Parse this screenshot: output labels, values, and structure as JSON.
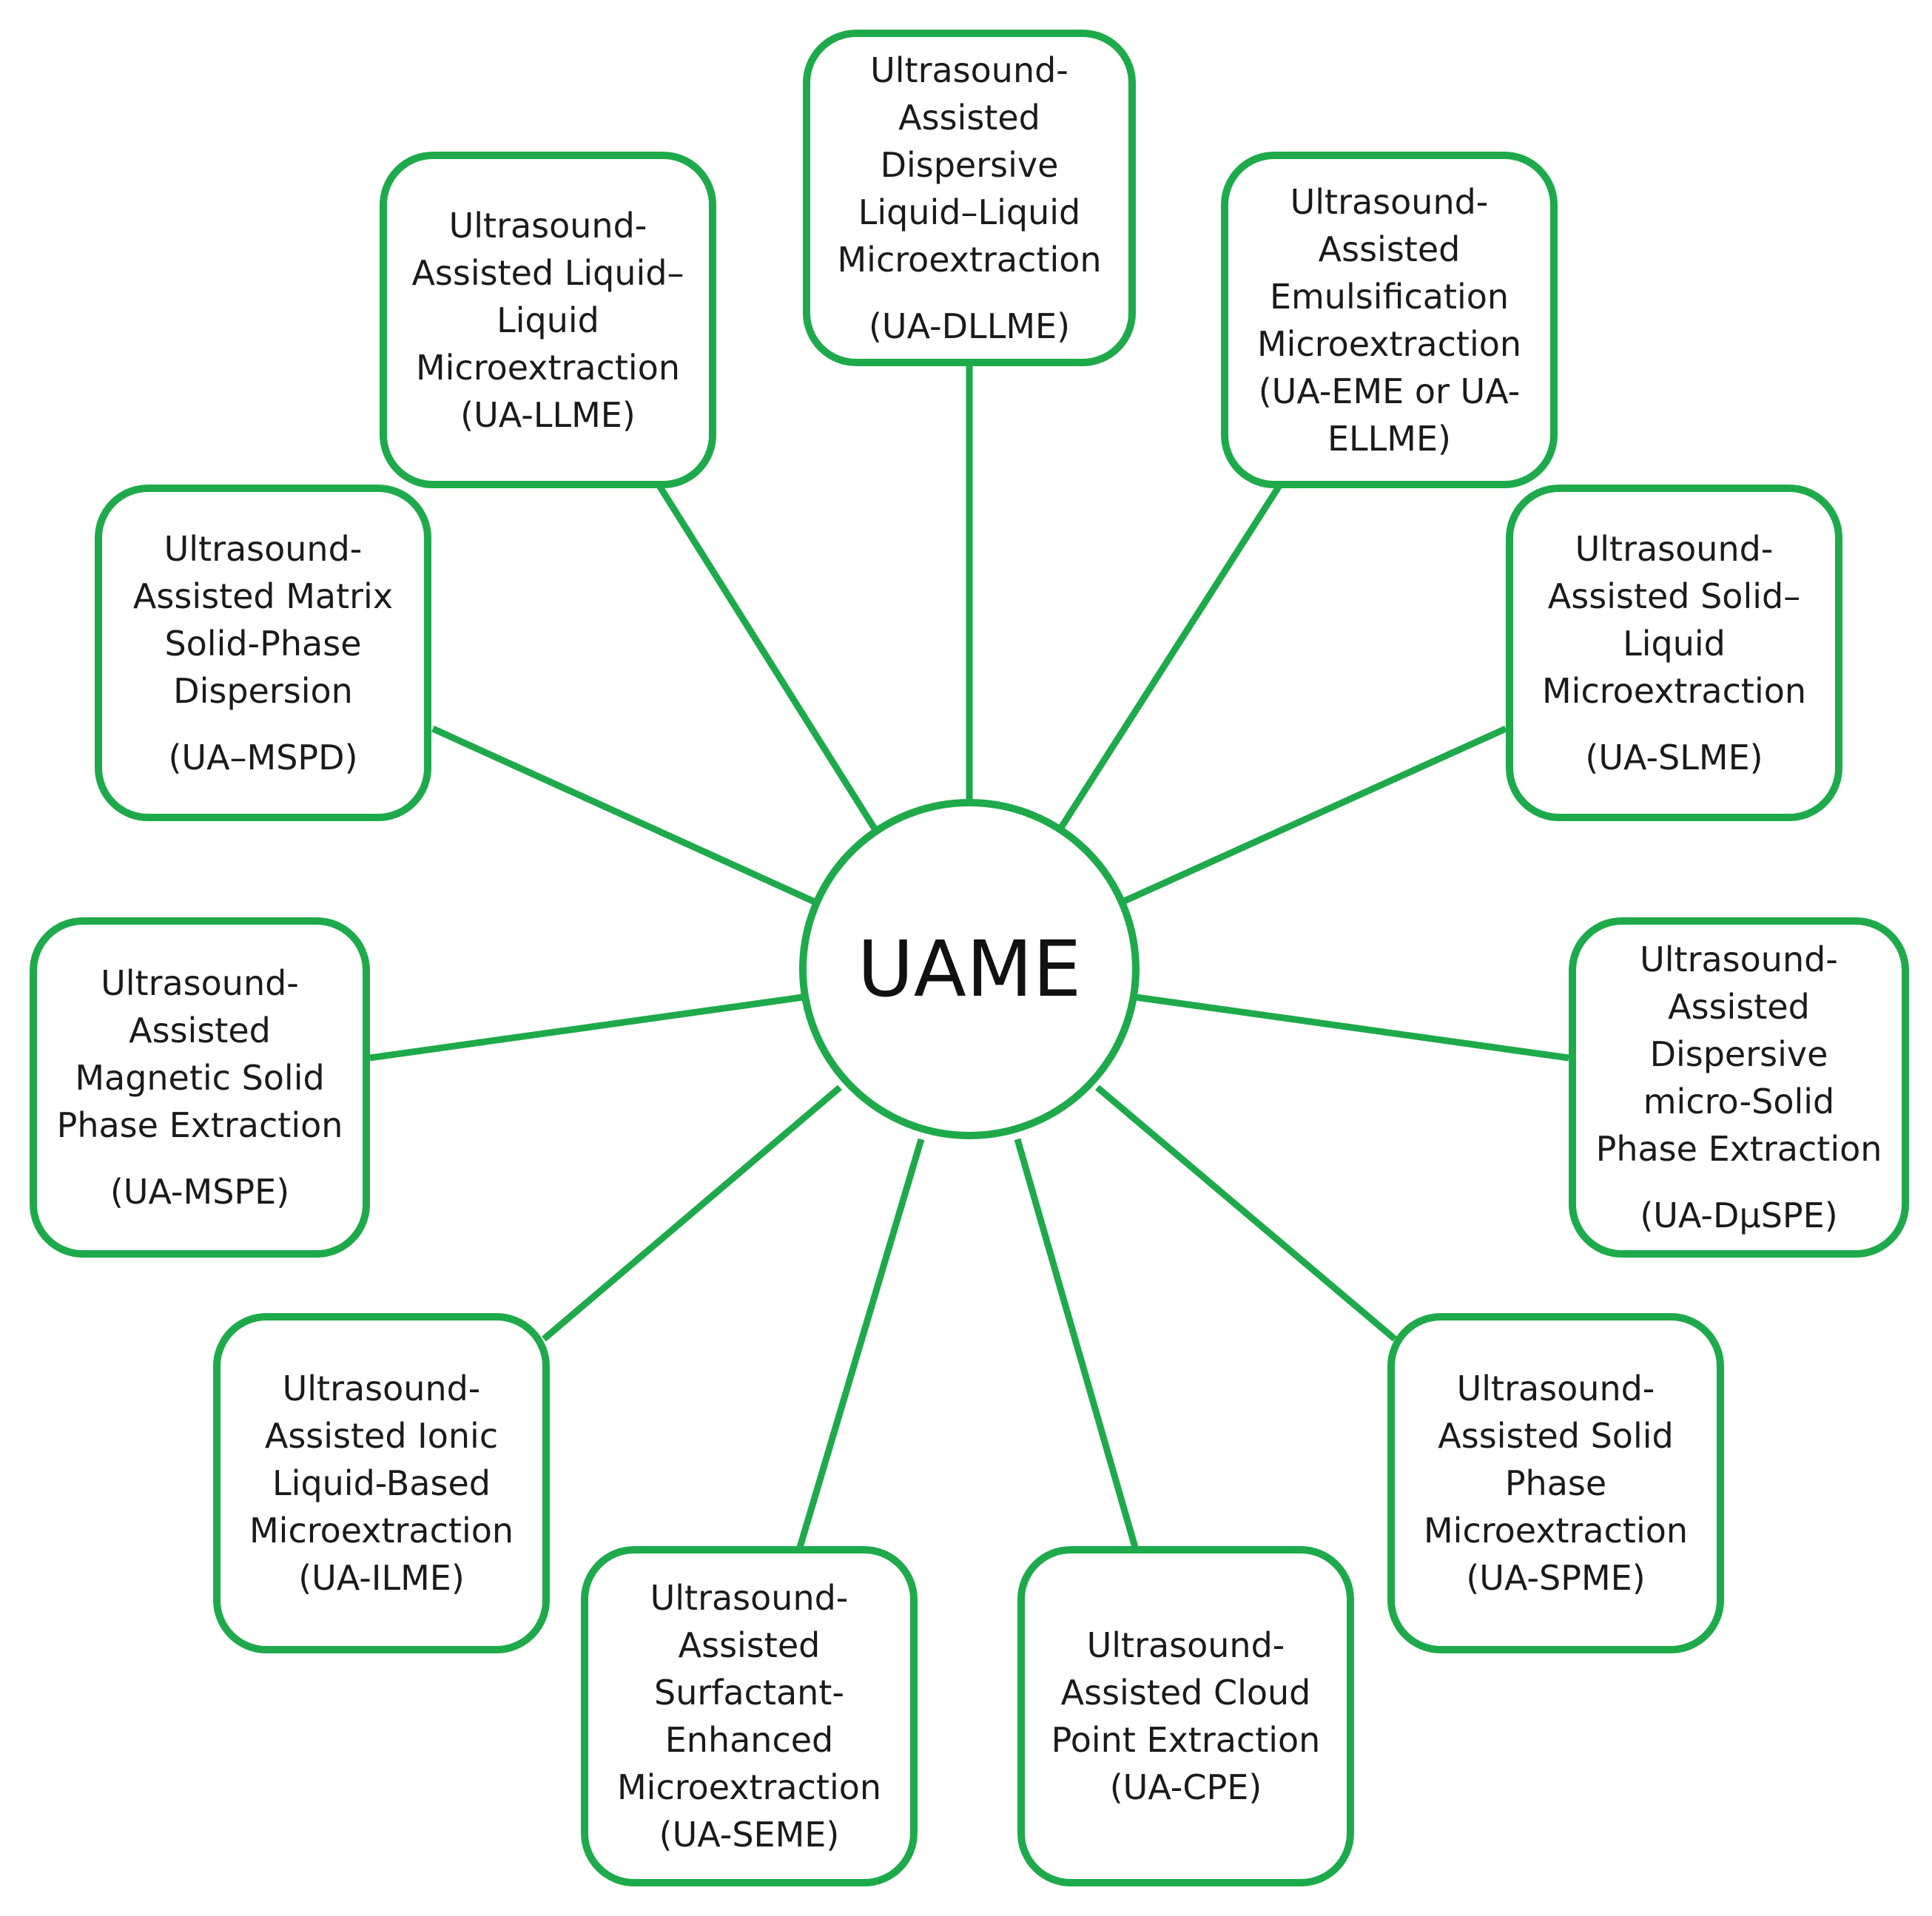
{
  "hub": {
    "label": "UAME"
  },
  "nodes": {
    "dllme": {
      "name": "Ultrasound-\nAssisted\nDispersive\nLiquid–Liquid\nMicroextraction",
      "abbr": "(UA-DLLME)"
    },
    "llme": {
      "name": "Ultrasound-\nAssisted Liquid–\nLiquid\nMicroextraction",
      "abbr": "(UA-LLME)"
    },
    "eme": {
      "name": "Ultrasound-\nAssisted\nEmulsification\nMicroextraction",
      "abbr": "(UA-EME or UA-\nELLME)"
    },
    "mspd": {
      "name": "Ultrasound-\nAssisted Matrix\nSolid-Phase\nDispersion",
      "abbr": "(UA–MSPD)"
    },
    "slme": {
      "name": "Ultrasound-\nAssisted Solid–\nLiquid\nMicroextraction",
      "abbr": "(UA-SLME)"
    },
    "mspe": {
      "name": "Ultrasound-\nAssisted\nMagnetic Solid\nPhase Extraction",
      "abbr": "(UA-MSPE)"
    },
    "duspe": {
      "name": "Ultrasound-\nAssisted\nDispersive\nmicro-Solid\nPhase Extraction",
      "abbr": "(UA-DµSPE)"
    },
    "ilme": {
      "name": "Ultrasound-\nAssisted Ionic\nLiquid-Based\nMicroextraction",
      "abbr": "(UA-ILME)"
    },
    "spme": {
      "name": "Ultrasound-\nAssisted Solid\nPhase\nMicroextraction",
      "abbr": "(UA-SPME)"
    },
    "seme": {
      "name": "Ultrasound-\nAssisted\nSurfactant-\nEnhanced\nMicroextraction",
      "abbr": "(UA-SEME)"
    },
    "cpe": {
      "name": "Ultrasound-\nAssisted Cloud\nPoint Extraction",
      "abbr": "(UA-CPE)"
    }
  },
  "colors": {
    "accent": "#1eaa4a",
    "text": "#1a1a1a",
    "background": "#ffffff"
  }
}
